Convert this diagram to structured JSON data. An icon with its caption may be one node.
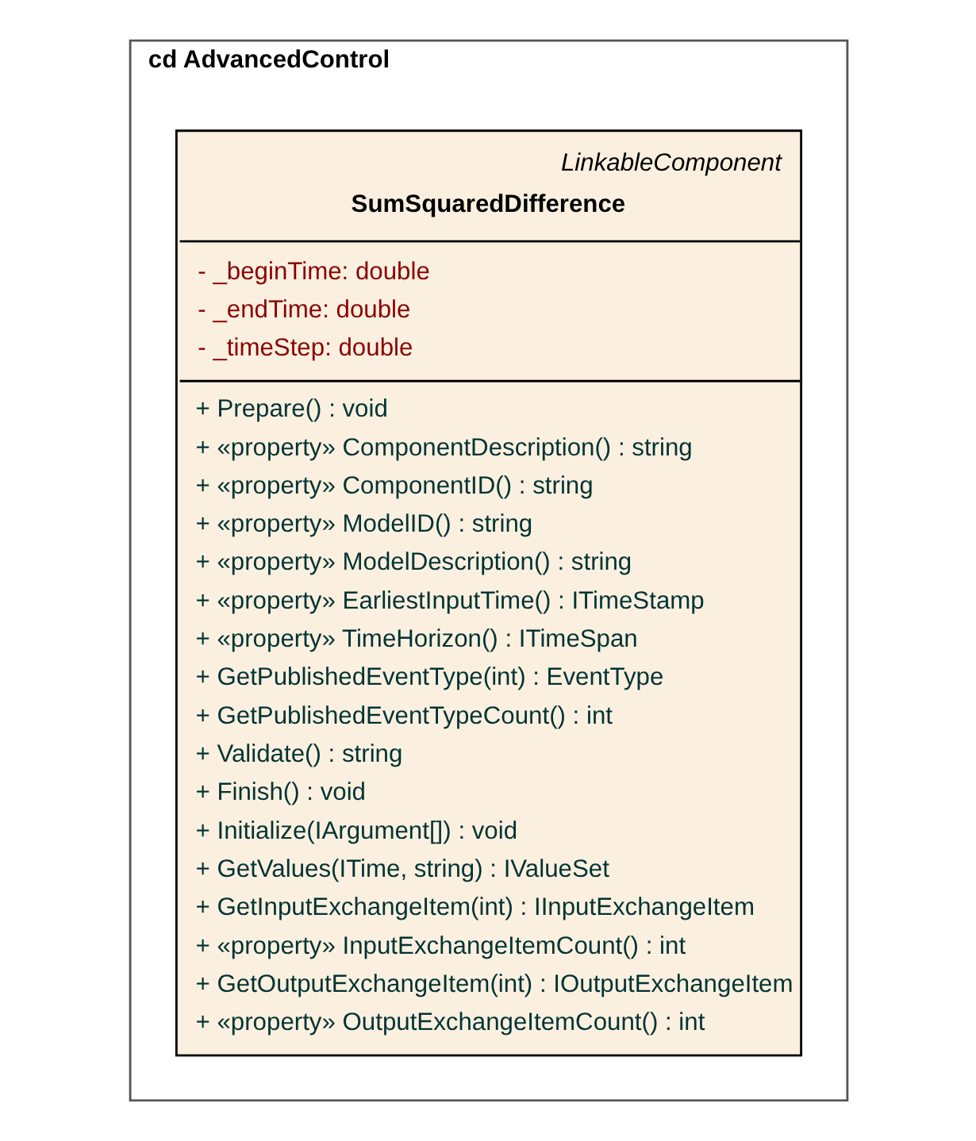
{
  "diagram": {
    "nodes": [
      {
        "text": [
          "cd AdvancedControl"
        ]
      },
      {
        "text": [
          "LinkableComponent",
          "SumSquaredDifference",
          "- _beginTime: double",
          "- _endTime: double",
          "- _timeStep: double",
          "+ Prepare() : void",
          "+ «property» ComponentDescription() : string",
          "+ «property» ComponentID() : string",
          "+ «property» ModelID() : string",
          "+ «property» ModelDescription() : string",
          "+ «property» EarliestInputTime() : ITimeStamp",
          "+ «property» TimeHorizon() : ITimeSpan",
          "+ GetPublishedEventType(int) : EventType",
          "+ GetPublishedEventTypeCount() : int",
          "+ Validate() : string",
          "+ Finish() : void",
          "+ Initialize(IArgument[]) : void",
          "+ GetValues(ITime, string) : IValueSet",
          "+ GetInputExchangeItem(int) : IInputExchangeItem",
          "+ «property» InputExchangeItemCount() : int",
          "+ GetOutputExchangeItem(int) : IOutputExchangeItem",
          "+ «property» OutputExchangeItemCount() : int"
        ],
        "in": 0
      }
    ],
    "edges": []
  }
}
